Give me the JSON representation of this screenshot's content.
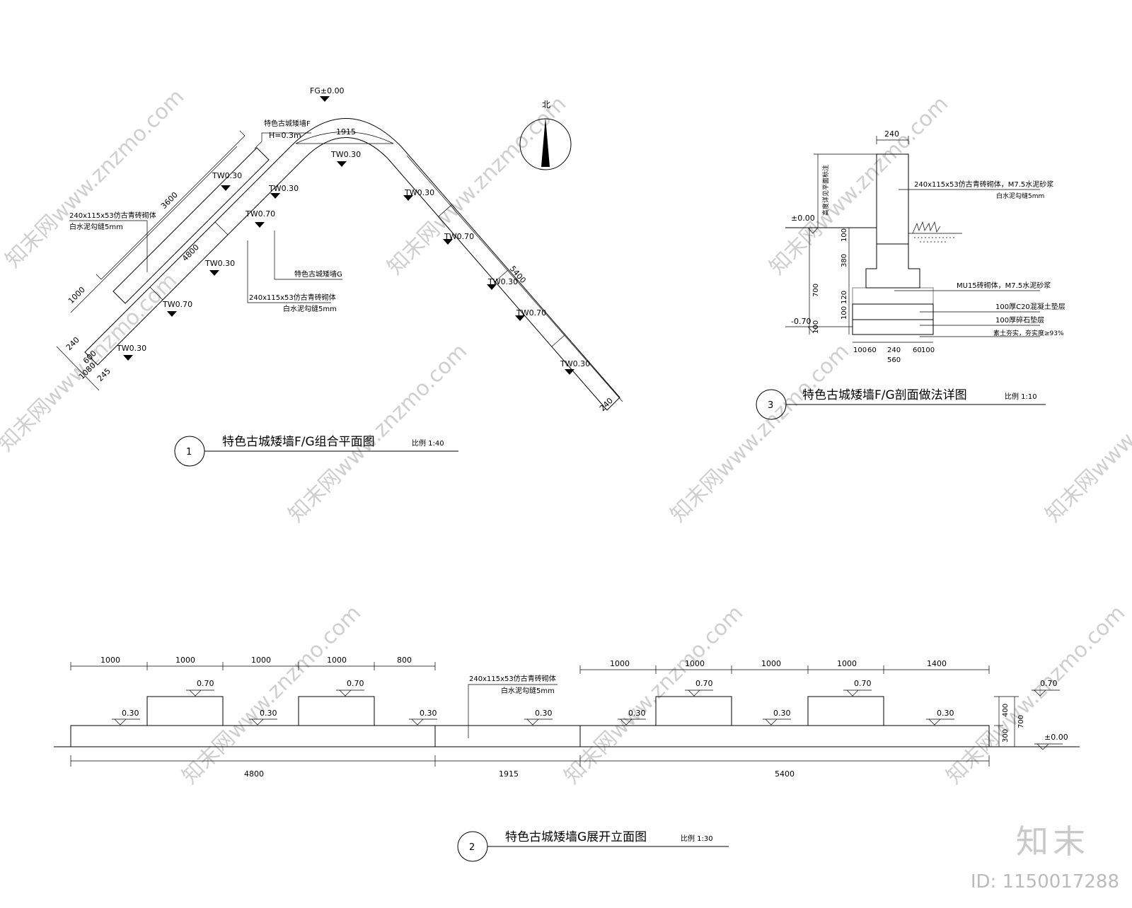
{
  "watermark": {
    "text": "知末网www.znzmo.com",
    "logo": "知末",
    "id": "ID: 1150017288"
  },
  "plan": {
    "fg_label": "FG±0.00",
    "north_label": "北",
    "label_f": "特色古城矮墙F",
    "label_f_h": "H=0.3m",
    "label_g": "特色古城矮墙G",
    "brick_note": "240x115x53仿古青砖砌体",
    "joint_note": "白水泥勾缝5mm",
    "brick_note2": "240x115x53仿古青砖砌体",
    "joint_note2": "白水泥勾缝5mm",
    "dims": {
      "d3600": "3600",
      "d4800": "4800",
      "d1000": "1000",
      "d240": "240",
      "d600": "600",
      "d1080": "1080",
      "d245": "245",
      "d1915": "1915",
      "d5400": "5400",
      "d240b": "240"
    },
    "tw": {
      "t1": "TW0.30",
      "t2": "TW0.30",
      "t3": "TW0.70",
      "t4": "TW0.30",
      "t5": "TW0.70",
      "t6": "TW0.30",
      "t7": "TW0.30",
      "t8": "TW0.30",
      "t9": "TW0.70",
      "t10": "TW0.30",
      "t11": "TW0.70",
      "t12": "TW0.30"
    },
    "title_no": "1",
    "title": "特色古城矮墙F/G组合平面图",
    "scale": "比例 1:40"
  },
  "section": {
    "dim_top": "240",
    "brick": "240x115x53仿古青砖砌体，M7.5水泥砂浆",
    "joint": "白水泥勾缝5mm",
    "mu15": "MU15砖砌体，M7.5水泥砂浆",
    "c20": "100厚C20混凝土垫层",
    "gravel": "100厚碎石垫层",
    "soil": "素土夯实，夯实度≥93%",
    "elev_top": "±0.00",
    "elev_bot": "-0.70",
    "side_note": "高度详见平面标注",
    "v100": "100",
    "v380": "380",
    "v120": "120",
    "v700": "700",
    "v100b": "100",
    "v100c": "100",
    "bottom_dims": [
      "100",
      "60",
      "240",
      "60",
      "100"
    ],
    "bottom_total": "560",
    "title_no": "3",
    "title": "特色古城矮墙F/G剖面做法详图",
    "scale": "比例 1:10"
  },
  "elevation": {
    "top_dims_left": [
      "1000",
      "1000",
      "1000",
      "1000",
      "800"
    ],
    "top_dims_right": [
      "1000",
      "1000",
      "1000",
      "1000",
      "1400"
    ],
    "h070": [
      "0.70",
      "0.70",
      "0.70",
      "0.70",
      "0.70"
    ],
    "h030": [
      "0.30",
      "0.30",
      "0.30",
      "0.30",
      "0.30",
      "0.30",
      "0.30"
    ],
    "brick": "240x115x53仿古青砖砌体",
    "joint": "白水泥勾缝5mm",
    "bottom_dims": [
      "4800",
      "1915",
      "5400"
    ],
    "right_dims": {
      "d400": "400",
      "d300": "300",
      "d700": "700"
    },
    "ground": "±0.00",
    "title_no": "2",
    "title": "特色古城矮墙G展开立面图",
    "scale": "比例 1:30"
  }
}
